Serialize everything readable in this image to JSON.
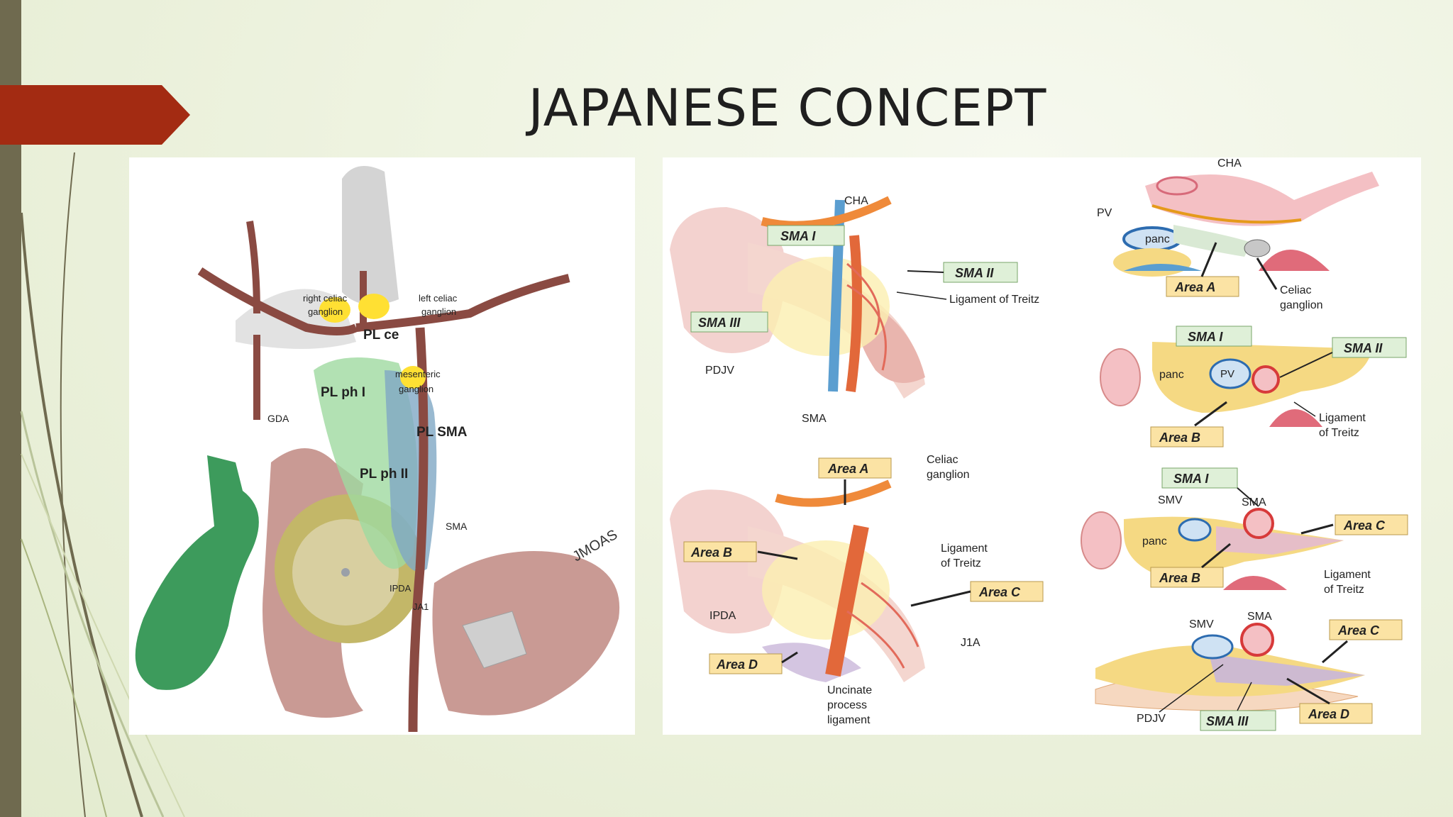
{
  "slide": {
    "title": "JAPANESE CONCEPT"
  },
  "left_figure": {
    "labels": {
      "right_celiac_1": "right celiac",
      "right_celiac_2": "ganglion",
      "left_celiac_1": "left celiac",
      "left_celiac_2": "ganglion",
      "pl_ce": "PL ce",
      "mesenteric_1": "mesenteric",
      "mesenteric_2": "ganglion",
      "pl_ph1": "PL ph I",
      "gda": "GDA",
      "pl_sma": "PL SMA",
      "pl_ph2": "PL ph II",
      "sma": "SMA",
      "ipda": "IPDA",
      "ja1": "JA1",
      "signature": "JMOAS"
    }
  },
  "top_left_diagram": {
    "cha": "CHA",
    "sma1": "SMA I",
    "sma2": "SMA II",
    "sma3": "SMA III",
    "treitz": "Ligament of Treitz",
    "pdjv": "PDJV",
    "sma": "SMA"
  },
  "bottom_left_diagram": {
    "area_a": "Area A",
    "celiac_1": "Celiac",
    "celiac_2": "ganglion",
    "area_b": "Area B",
    "lig_1": "Ligament",
    "lig_2": "of Treitz",
    "area_c": "Area C",
    "ipda": "IPDA",
    "j1a": "J1A",
    "area_d": "Area D",
    "uncinate_1": "Uncinate",
    "uncinate_2": "process",
    "uncinate_3": "ligament"
  },
  "cross_section_1": {
    "cha": "CHA",
    "pv": "PV",
    "panc": "panc",
    "area_a": "Area A",
    "celiac_1": "Celiac",
    "celiac_2": "ganglion"
  },
  "cross_section_2": {
    "sma1": "SMA I",
    "sma2": "SMA II",
    "panc": "panc",
    "pv": "PV",
    "area_b": "Area B",
    "lig_1": "Ligament",
    "lig_2": "of Treitz"
  },
  "cross_section_3": {
    "sma1": "SMA I",
    "smv": "SMV",
    "sma": "SMA",
    "panc": "panc",
    "area_c": "Area C",
    "area_b": "Area B",
    "lig_1": "Ligament",
    "lig_2": "of Treitz"
  },
  "cross_section_4": {
    "sma": "SMA",
    "smv": "SMV",
    "area_c": "Area C",
    "pdjv": "PDJV",
    "sma3": "SMA III",
    "area_d": "Area D"
  },
  "colors": {
    "accent_tab": "#a32b12",
    "side_bar": "#6f6a4f",
    "label_box": "#fbe3a4",
    "sma_box": "#dff0d8"
  }
}
